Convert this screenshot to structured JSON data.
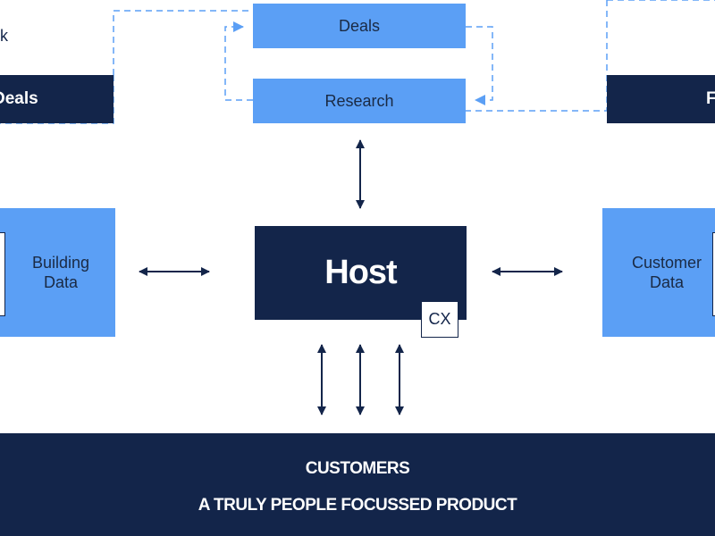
{
  "nodes": {
    "deals": "Deals",
    "research": "Research",
    "host": "Host",
    "cx": "CX",
    "building_data": [
      "Building",
      "Data"
    ],
    "customer_data": [
      "Customer",
      "Data"
    ],
    "left_panel_top_fragment": "k",
    "left_panel_bottom_fragment": "Deals",
    "right_panel_bottom_fragment": "F"
  },
  "customers_band": {
    "title": "CUSTOMERS",
    "subtitle": "A TRULY PEOPLE FOCUSSED PRODUCT"
  },
  "colors": {
    "dark_navy": "#13254a",
    "light_blue": "#5b9ff5",
    "dashed_connector": "#5b9ff5",
    "arrow": "#13254a",
    "background": "#ffffff"
  }
}
